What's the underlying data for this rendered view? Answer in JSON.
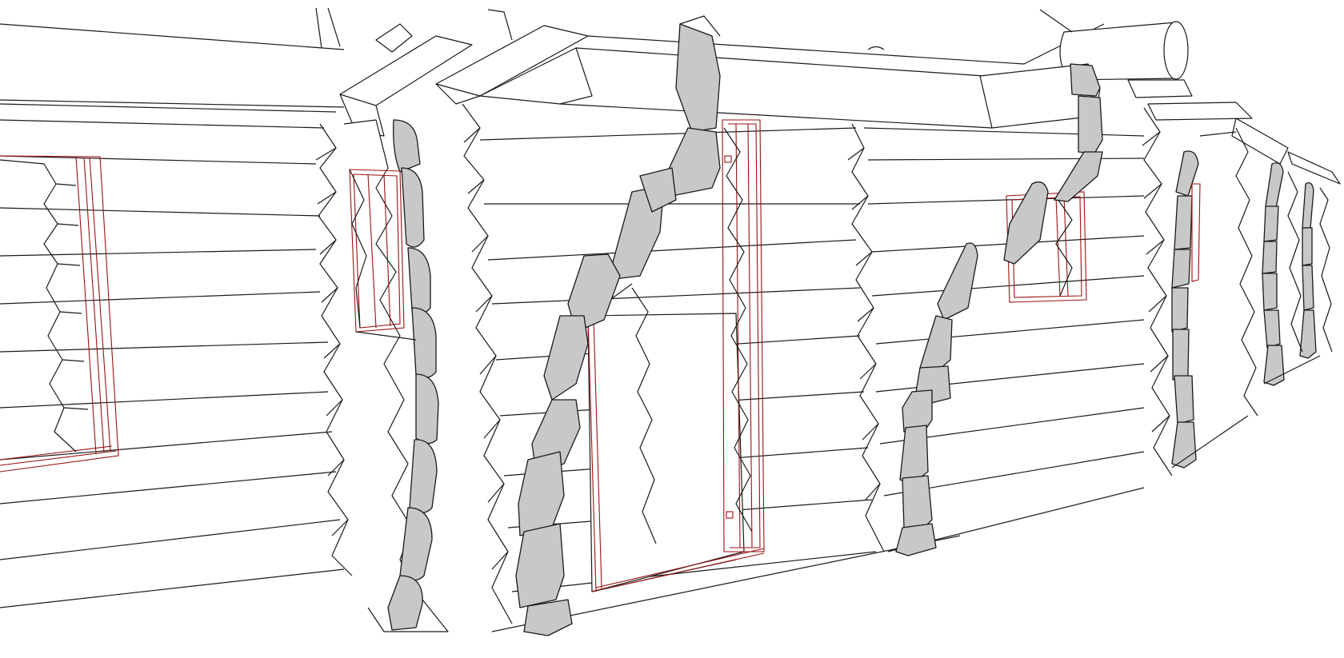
{
  "scene": {
    "type": "log-house-wireframe-render",
    "colors": {
      "background": "#ffffff",
      "outline": "#1a1a1a",
      "log_end_fill": "#c8c8c8",
      "frame": "#9a1212"
    },
    "parts": {
      "log_walls": 5,
      "doors": 1,
      "windows": 4,
      "roof_purlins": 6
    }
  }
}
